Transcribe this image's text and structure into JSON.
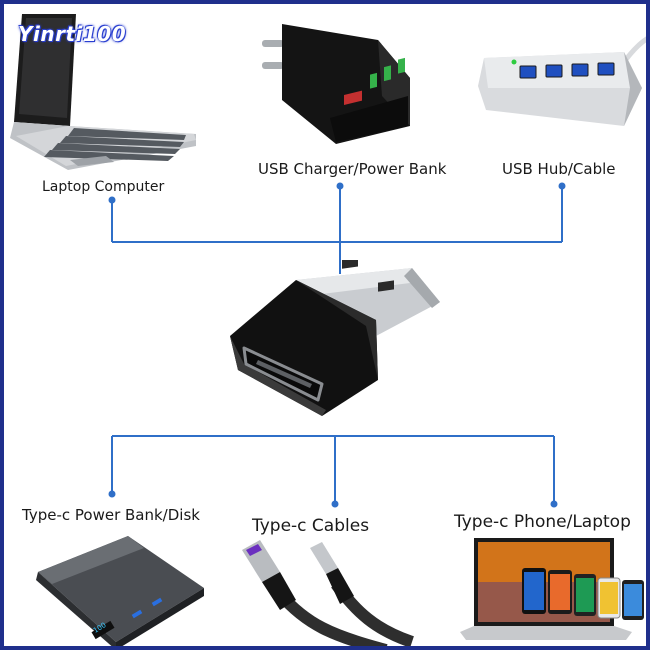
{
  "watermark": "Yinrti100",
  "colors": {
    "frame": "#1f2f8c",
    "connector": "#2f6fc8",
    "label": "#1a1a1a"
  },
  "top_devices": [
    {
      "label": "Laptop Computer",
      "icon": "laptop-icon"
    },
    {
      "label": "USB Charger/Power Bank",
      "icon": "usb-charger-icon"
    },
    {
      "label": "USB Hub/Cable",
      "icon": "usb-hub-icon"
    }
  ],
  "center_device": {
    "icon": "usb-to-type-c-adapter-icon"
  },
  "bottom_devices": [
    {
      "label": "Type-c Power Bank/Disk",
      "icon": "power-bank-icon"
    },
    {
      "label": "Type-c Cables",
      "icon": "type-c-cable-icon"
    },
    {
      "label": "Type-c Phone/Laptop",
      "icon": "phones-laptop-icon"
    }
  ],
  "power_bank_display": "100"
}
